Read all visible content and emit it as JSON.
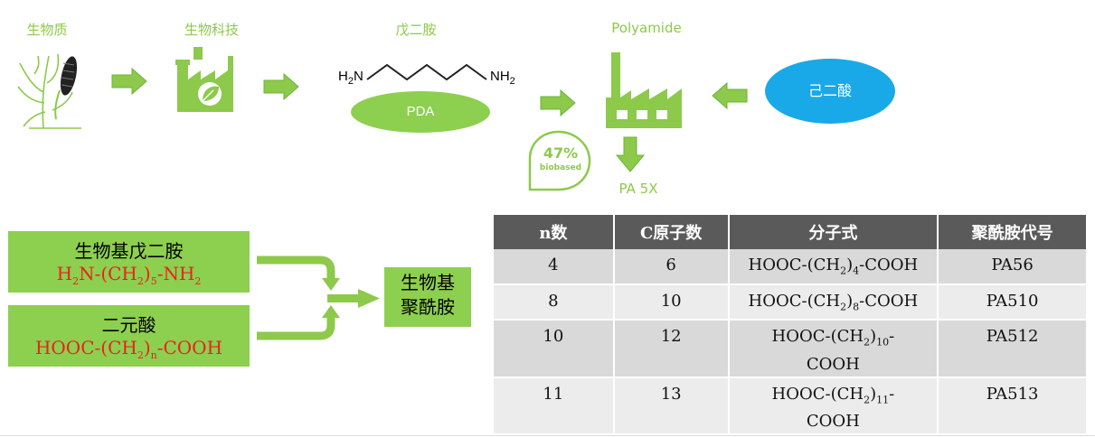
{
  "top_flow": {
    "biomass": "生物质",
    "biotech": "生物科技",
    "pda_title": "戊二胺",
    "pda_left_group": "H",
    "pda_left_sub": "2",
    "pda_left_n": "N",
    "pda_right_group": "NH",
    "pda_right_sub": "2",
    "pda_ellipse": "PDA",
    "polyamide": "Polyamide",
    "adipic": "己二酸",
    "badge_pct": "47%",
    "badge_label": "biobased",
    "output": "PA 5X"
  },
  "bottom_flow": {
    "box1_title": "生物基戊二胺",
    "box1_formula": {
      "a": "H",
      "a_sub": "2",
      "b": "N-(CH",
      "b_sub": "2",
      "c": ")",
      "c_sub": "5",
      "d": "-NH",
      "d_sub": "2"
    },
    "box2_title": "二元酸",
    "box2_formula": {
      "a": "HOOC-(CH",
      "a_sub": "2",
      "b": ")",
      "b_sub": "n",
      "c": "-COOH"
    },
    "result_line1": "生物基",
    "result_line2": "聚酰胺"
  },
  "table": {
    "headers": [
      "n数",
      "C原子数",
      "分子式",
      "聚酰胺代号"
    ],
    "rows": [
      {
        "n": "4",
        "c": "6",
        "f_a": "HOOC-(CH",
        "f_sub1": "2",
        "f_b": ")",
        "f_sub2": "4",
        "f_c": "-COOH",
        "code": "PA56"
      },
      {
        "n": "8",
        "c": "10",
        "f_a": "HOOC-(CH",
        "f_sub1": "2",
        "f_b": ")",
        "f_sub2": "8",
        "f_c": "-COOH",
        "code": "PA510"
      },
      {
        "n": "10",
        "c": "12",
        "f_a": "HOOC-(CH",
        "f_sub1": "2",
        "f_b": ")",
        "f_sub2": "10",
        "f_c": "-",
        "f_d": "COOH",
        "code": "PA512"
      },
      {
        "n": "11",
        "c": "13",
        "f_a": "HOOC-(CH",
        "f_sub1": "2",
        "f_b": ")",
        "f_sub2": "11",
        "f_c": "-",
        "f_d": "COOH",
        "code": "PA513"
      }
    ]
  },
  "colors": {
    "green": "#8dcf4f",
    "arrow_green": "#8dc94b",
    "blue": "#1aa9e8",
    "red": "#e8231c",
    "header": "#5a5a5a"
  }
}
